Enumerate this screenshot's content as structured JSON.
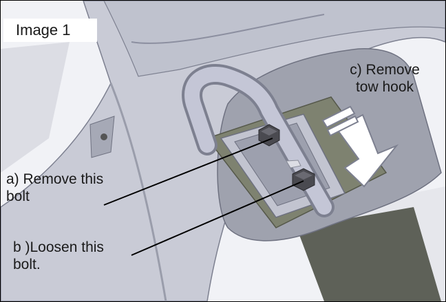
{
  "image_label": "Image 1",
  "callouts": {
    "a": [
      "a) Remove this",
      "bolt"
    ],
    "b": [
      "b )Loosen this",
      "bolt."
    ],
    "c": [
      "c) Remove",
      "tow hook"
    ]
  },
  "colors": {
    "body_panel": "#c9cbd6",
    "body_shadow": "#aeb1be",
    "plate": "#7e8270",
    "bracket": "#c2c4d0",
    "hook": "#b6b8c8",
    "bolt": "#4a4a50",
    "arrow_fill": "#ffffff",
    "leader_line": "#000000"
  }
}
